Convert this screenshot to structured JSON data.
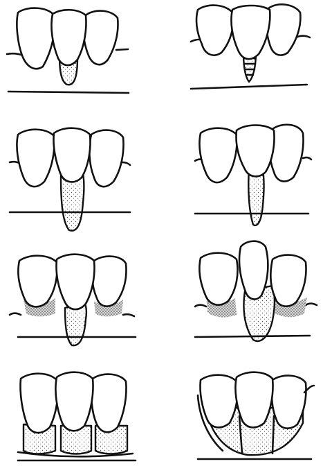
{
  "figure": {
    "description_visible_text": "",
    "background_color": "#ffffff",
    "ink_color": "#111111",
    "panel_count": 8,
    "panels": [
      {
        "id": "panel-1",
        "teeth": 3,
        "features": [
          "short-root-exposed-center"
        ]
      },
      {
        "id": "panel-2",
        "teeth": 3,
        "features": [
          "narrow-banded-root-center"
        ]
      },
      {
        "id": "panel-3",
        "teeth": 3,
        "features": [
          "long-root-exposed-center"
        ]
      },
      {
        "id": "panel-4",
        "teeth": 3,
        "features": [
          "long-narrow-root-center"
        ]
      },
      {
        "id": "panel-5",
        "teeth": 3,
        "features": [
          "root-exposed-center",
          "interdental-loss-sides"
        ]
      },
      {
        "id": "panel-6",
        "teeth": 3,
        "features": [
          "displaced-center-tooth",
          "interdental-loss-sides"
        ]
      },
      {
        "id": "panel-7",
        "teeth": 3,
        "features": [
          "generalized-root-exposure"
        ]
      },
      {
        "id": "panel-8",
        "teeth": 3,
        "features": [
          "generalized-deep-root-exposure"
        ]
      }
    ]
  }
}
